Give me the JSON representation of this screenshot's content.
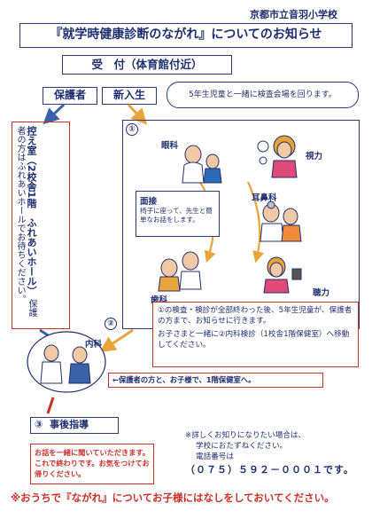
{
  "header": {
    "school": "京都市立音羽小学校",
    "title": "『就学時健康診断のながれ』についてのお知らせ"
  },
  "reception": "受　付（体育館付近）",
  "tags": {
    "guardian": "保護者",
    "new_student": "新入生"
  },
  "bubble": "5年生児童と一緒に検査会場を回ります。",
  "waiting_room": {
    "heading": "控え室（2校舎1階　ふれあいホール）",
    "body": "保護者の方はふれあいホールでお待ちください。"
  },
  "exam": {
    "step1": "①",
    "labels": {
      "eye": "眼科",
      "vision": "視力",
      "ent": "耳鼻科",
      "dental": "歯科",
      "hearing": "聴力"
    },
    "interview_heading": "面接",
    "interview_text": "椅子に座って、先生と簡単なお話をします。"
  },
  "notice": {
    "line1": "①の検査・検診が全部終わった後、5年生児童が、保護者の方まで、お知らせに行きます。",
    "line2": "お子さまと一緒に②内科検診（1校舎1階保健室）へ移動してください。"
  },
  "step2": {
    "num": "②",
    "label": "内科"
  },
  "guardian_instruction": "←保護者の方と、お子様で、1階保健室へ。",
  "step3": {
    "num": "③",
    "label": "事後指導"
  },
  "aftercare_note": "お話を一緒に聞いていただきます。これで終わりです。お気をつけてお帰りください。",
  "contact": {
    "line1": "※詳しくお知りになりたい場合は、",
    "line2": "学校におたずねください。",
    "line3": "電話番号は",
    "phone": "（０７５）５９２－０００１です。"
  },
  "footer": "※おうちで『ながれ』についてお子様にはなしをしておいてください。",
  "colors": {
    "navy": "#1f2f6e",
    "red": "#c9322a",
    "orange": "#e8a33a",
    "blue_arrow": "#3a62a8"
  }
}
